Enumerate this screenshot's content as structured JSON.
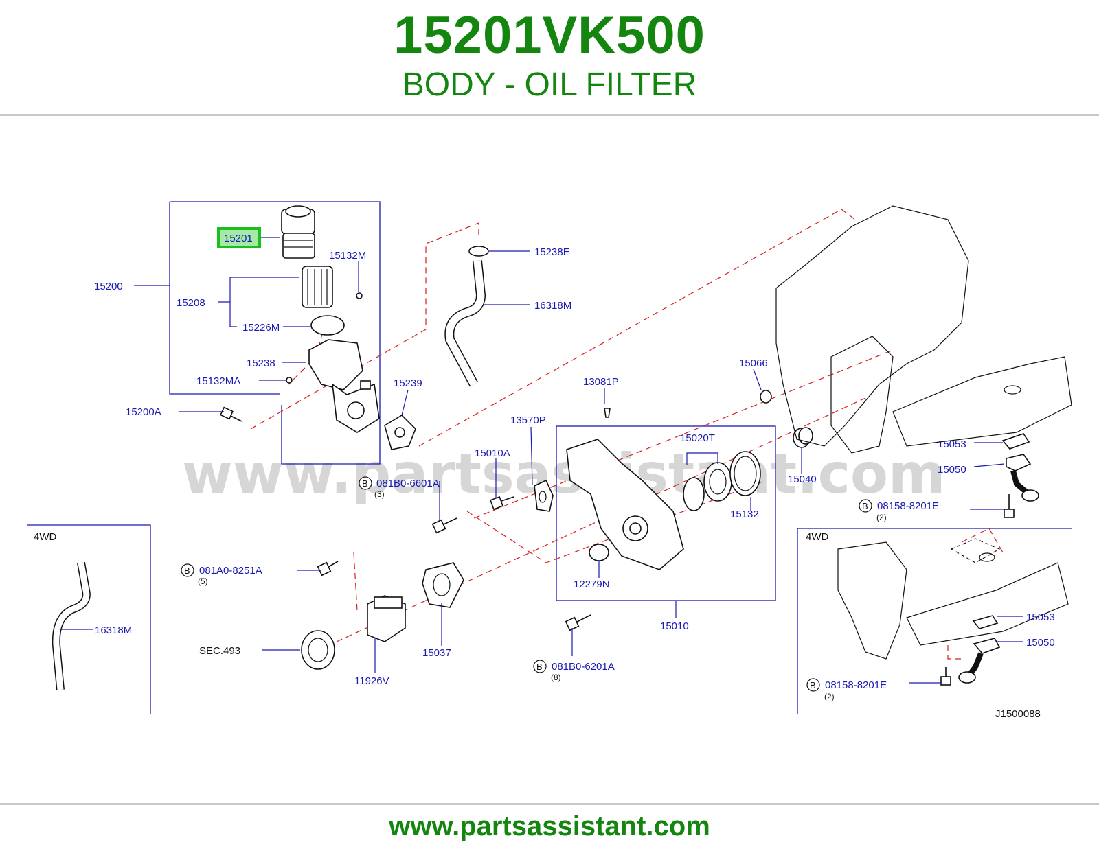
{
  "header": {
    "part_number": "15201VK500",
    "subtitle": "BODY - OIL FILTER"
  },
  "watermark": "www.partsassistant.com",
  "footer": {
    "url": "www.partsassistant.com"
  },
  "colors": {
    "brand_green": "#14860f",
    "label_blue": "#1a1ab4",
    "leader_red": "#d81e1e",
    "highlight": "#19c01c"
  },
  "diagram": {
    "highlighted_part": "15201",
    "labels": {
      "p15201": "15201",
      "p15132M": "15132M",
      "p15200": "15200",
      "p15208": "15208",
      "p15226M": "15226M",
      "p15238": "15238",
      "p15132MA": "15132MA",
      "p15200A": "15200A",
      "p15239": "15239",
      "p15238E": "15238E",
      "p16318M": "16318M",
      "p13081P": "13081P",
      "p15066": "15066",
      "p13570P": "13570P",
      "p15010A": "15010A",
      "p15020T": "15020T",
      "p15132": "15132",
      "p15040": "15040",
      "p15053a": "15053",
      "p15050a": "15050",
      "p12279N": "12279N",
      "p15010": "15010",
      "p15037": "15037",
      "p11926V": "11926V",
      "pSEC": "SEC.493",
      "p16318M_b": "16318M",
      "p4wd_left": "4WD",
      "p4wd_right": "4WD",
      "p15053b": "15053",
      "p15050b": "15050",
      "ref_code": "J1500088"
    },
    "bolts": [
      {
        "circle": "B",
        "code": "081B0-6601A",
        "qty": "(3)"
      },
      {
        "circle": "B",
        "code": "081A0-8251A",
        "qty": "(5)"
      },
      {
        "circle": "B",
        "code": "081B0-6201A",
        "qty": "(8)"
      },
      {
        "circle": "B",
        "code": "08158-8201E",
        "qty": "(2)"
      },
      {
        "circle": "B",
        "code": "08158-8201E",
        "qty": "(2)"
      }
    ]
  }
}
